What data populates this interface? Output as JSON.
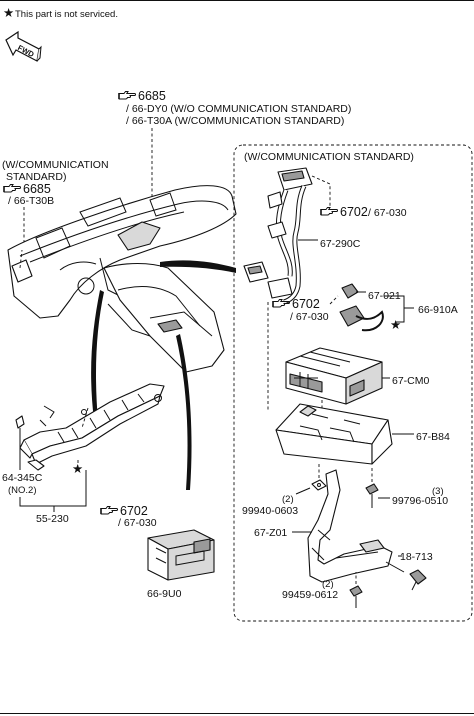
{
  "note": {
    "star": "★",
    "text": "This part is not serviced."
  },
  "fwd_label": "FWD",
  "box_title": "(W/COMMUNICATION STANDARD)",
  "refs": {
    "r1": {
      "num": "6685",
      "line1": "/ 66-DY0 (W/O COMMUNICATION STANDARD)",
      "line2": "/ 66-T30A (W/COMMUNICATION STANDARD)"
    },
    "r2": {
      "pre1": "(W/COMMUNICATION",
      "pre2": "STANDARD)",
      "num": "6685",
      "sub": "/ 66-T30B"
    },
    "r3": {
      "num": "6702",
      "sub": "/ 67-030"
    },
    "r4": {
      "num": "6702",
      "sub": "/ 67-030"
    },
    "r5": {
      "num": "6702",
      "sub": "/ 67-030"
    }
  },
  "parts": {
    "p67_290c": "67-290C",
    "p67_021": "67-021",
    "p66_910a": "66-910A",
    "p67_cm0": "67-CM0",
    "p67_b84": "67-B84",
    "p99940_qty": "(2)",
    "p99940": "99940-0603",
    "p99796_qty": "(3)",
    "p99796": "99796-0510",
    "p67_z01": "67-Z01",
    "p18_713": "18-713",
    "p99459_qty": "(2)",
    "p99459": "99459-0612",
    "p64_345c": "64-345C",
    "p64_345c_no": "(NO.2)",
    "p55_230": "55-230",
    "p66_9u0": "66-9U0",
    "star": "★"
  },
  "icons": {
    "reference": "pointing-hand-icon",
    "forward": "fwd-arrow-icon"
  }
}
